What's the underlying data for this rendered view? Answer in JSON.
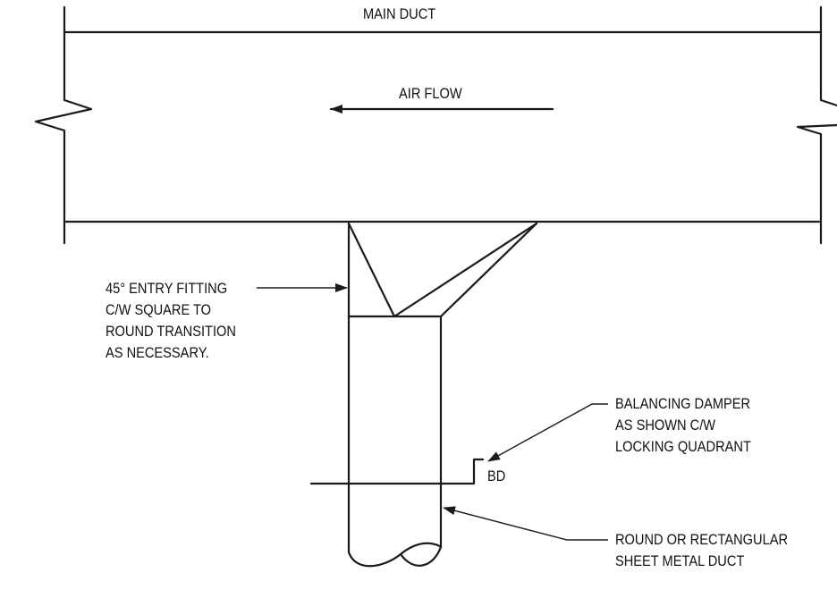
{
  "labels": {
    "main_duct": "MAIN DUCT",
    "air_flow": "AIR FLOW",
    "entry_fitting": "45° ENTRY FITTING\nC/W SQUARE TO\nROUND TRANSITION\nAS NECESSARY.",
    "balancing_damper": "BALANCING DAMPER\nAS SHOWN C/W\nLOCKING QUADRANT",
    "bd": "BD",
    "branch_duct": "ROUND OR RECTANGULAR\nSHEET METAL DUCT"
  }
}
